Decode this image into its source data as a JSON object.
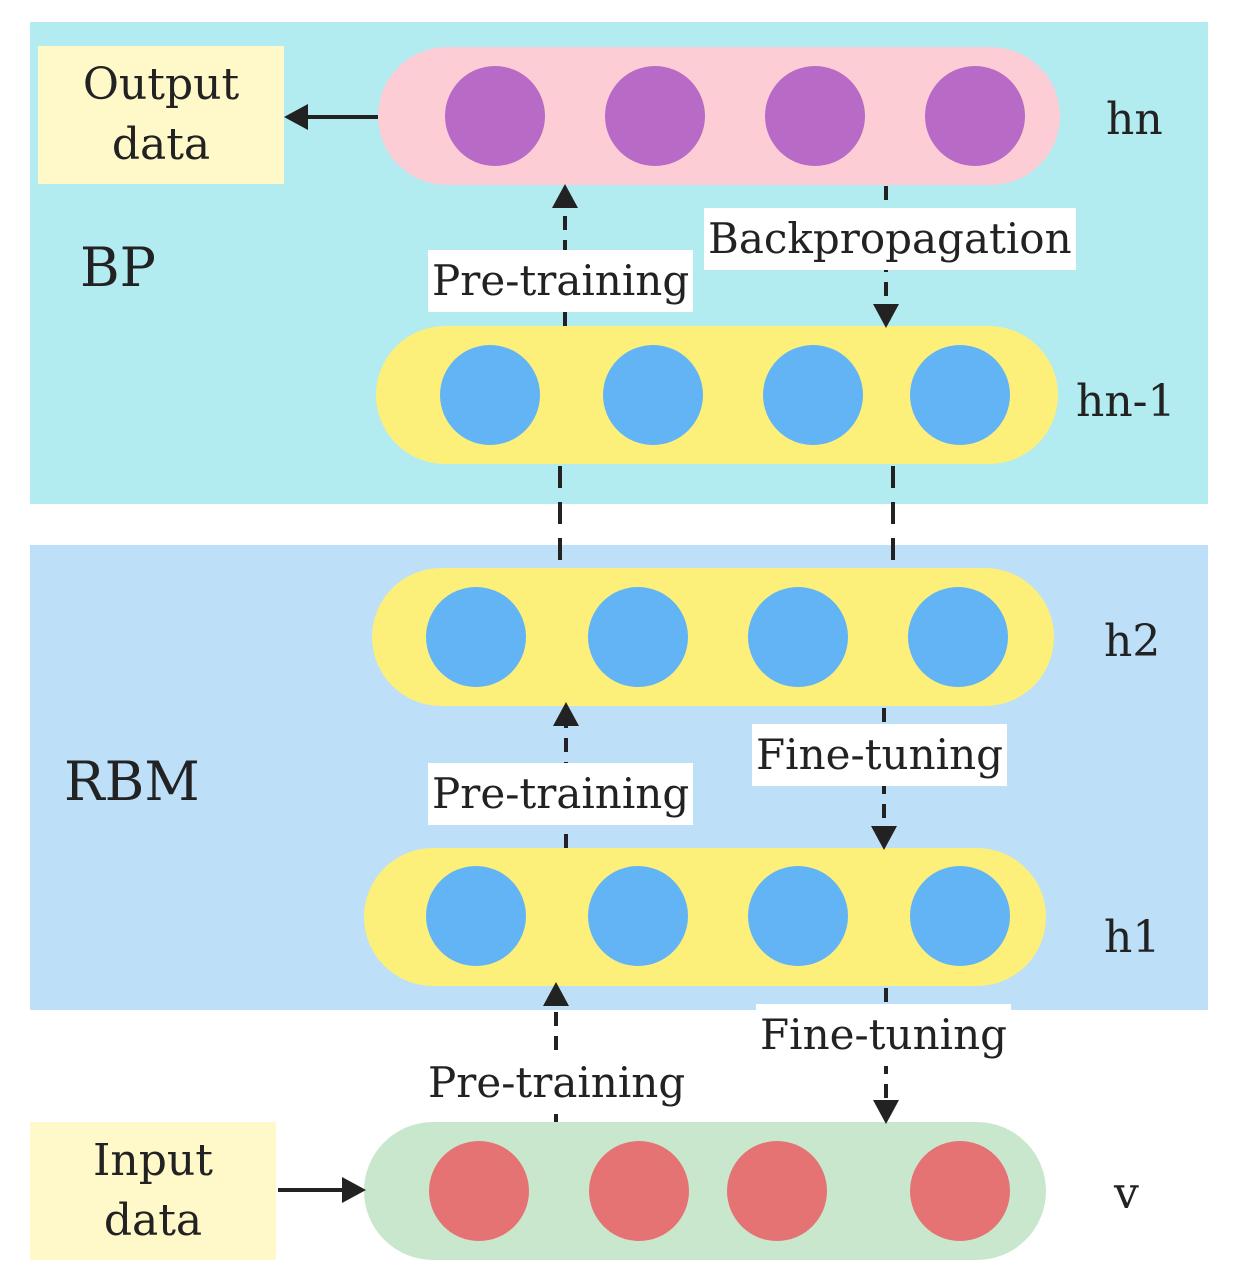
{
  "colors": {
    "bp_panel": "#b2ebf0",
    "rbm_panel": "#bddff7",
    "data_box": "#fff8c8",
    "output_layer": "#fdcdd6",
    "hidden_layer": "#fdf07a",
    "input_layer": "#c9e7cd",
    "output_node": "#b86ac7",
    "hidden_node": "#62b4f5",
    "input_node": "#e57373"
  },
  "boxes": {
    "output": "Output\ndata",
    "input": "Input\ndata"
  },
  "sections": {
    "bp": "BP",
    "rbm": "RBM"
  },
  "layers": {
    "hn": "hn",
    "hn1": "hn-1",
    "h2": "h2",
    "h1": "h1",
    "v": "v"
  },
  "labels": {
    "pretraining_top": "Pre-training",
    "backprop": "Backpropagation",
    "pretraining_mid": "Pre-training",
    "finetuning_mid": "Fine-tuning",
    "pretraining_bottom": "Pre-training",
    "finetuning_bottom": "Fine-tuning"
  }
}
